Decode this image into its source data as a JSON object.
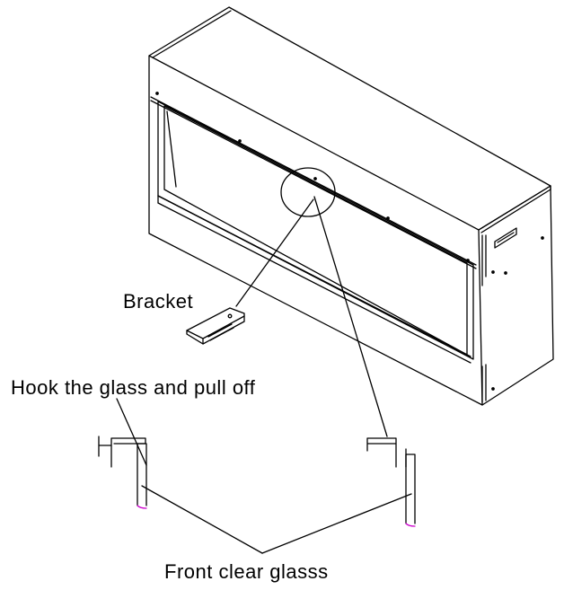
{
  "labels": {
    "bracket": "Bracket",
    "hook": "Hook the glass and pull off",
    "front_glass": "Front clear glasss"
  },
  "colors": {
    "line": "#000000",
    "glass_edge": "#cc00cc"
  }
}
